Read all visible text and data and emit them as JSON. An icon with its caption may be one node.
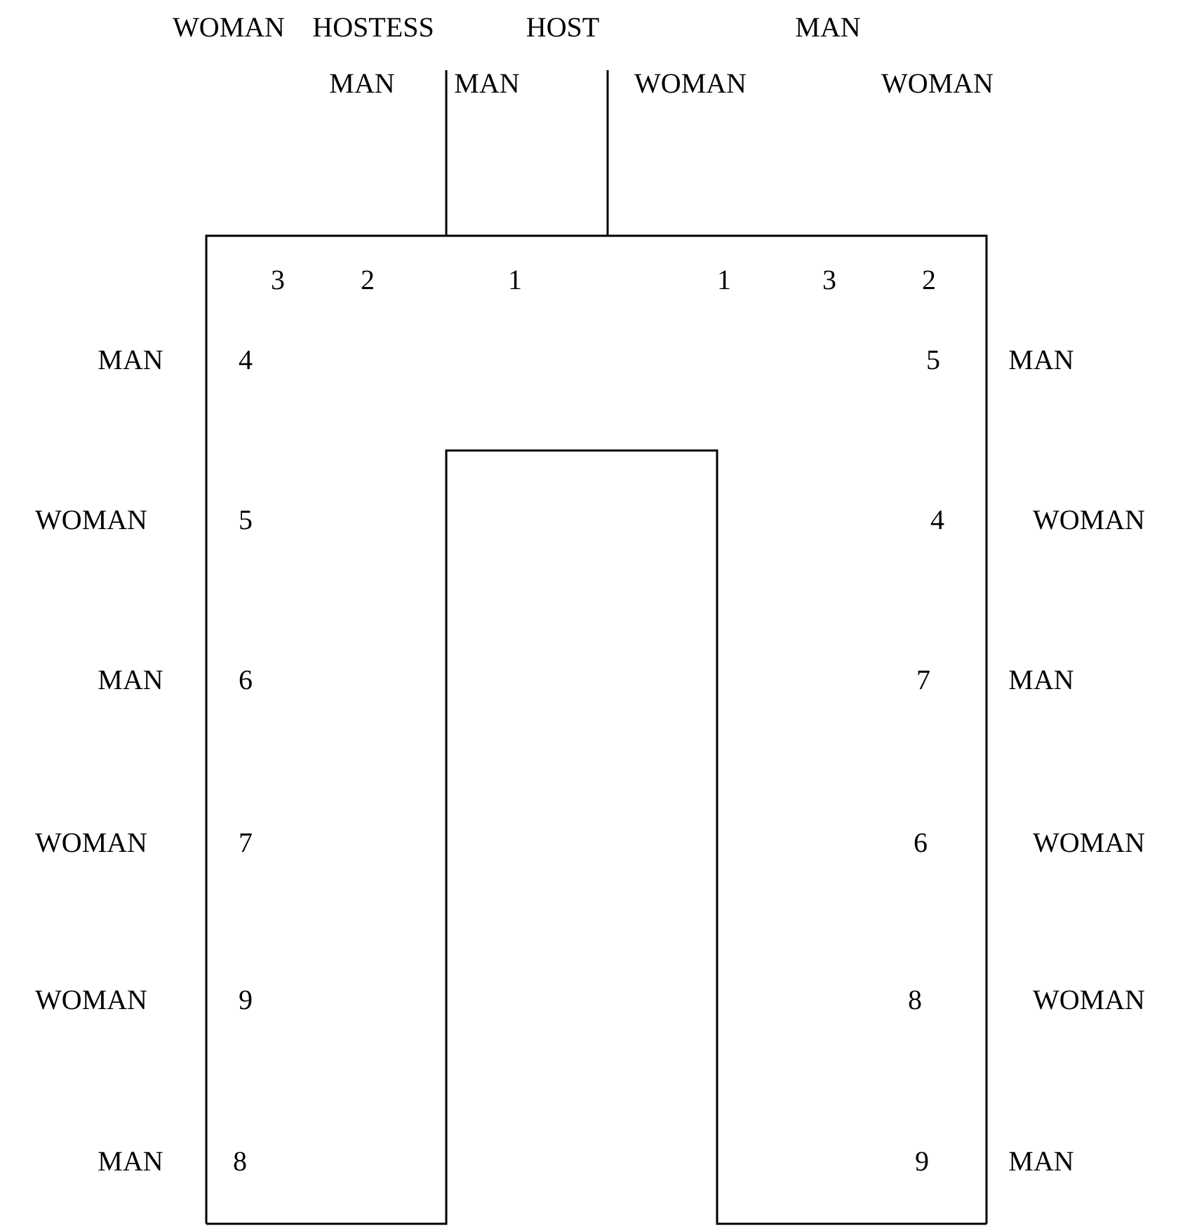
{
  "diagram": {
    "labels": [
      "WOMAN",
      "HOSTESS",
      "HOST",
      "MAN",
      "MAN",
      "MAN",
      "WOMAN",
      "WOMAN",
      "3",
      "2",
      "1",
      "1",
      "3",
      "2",
      "MAN",
      "4",
      "5",
      "MAN",
      "WOMAN",
      "5",
      "4",
      "WOMAN",
      "MAN",
      "6",
      "7",
      "MAN",
      "WOMAN",
      "7",
      "6",
      "WOMAN",
      "WOMAN",
      "9",
      "8",
      "WOMAN",
      "MAN",
      "8",
      "9",
      "MAN"
    ]
  }
}
